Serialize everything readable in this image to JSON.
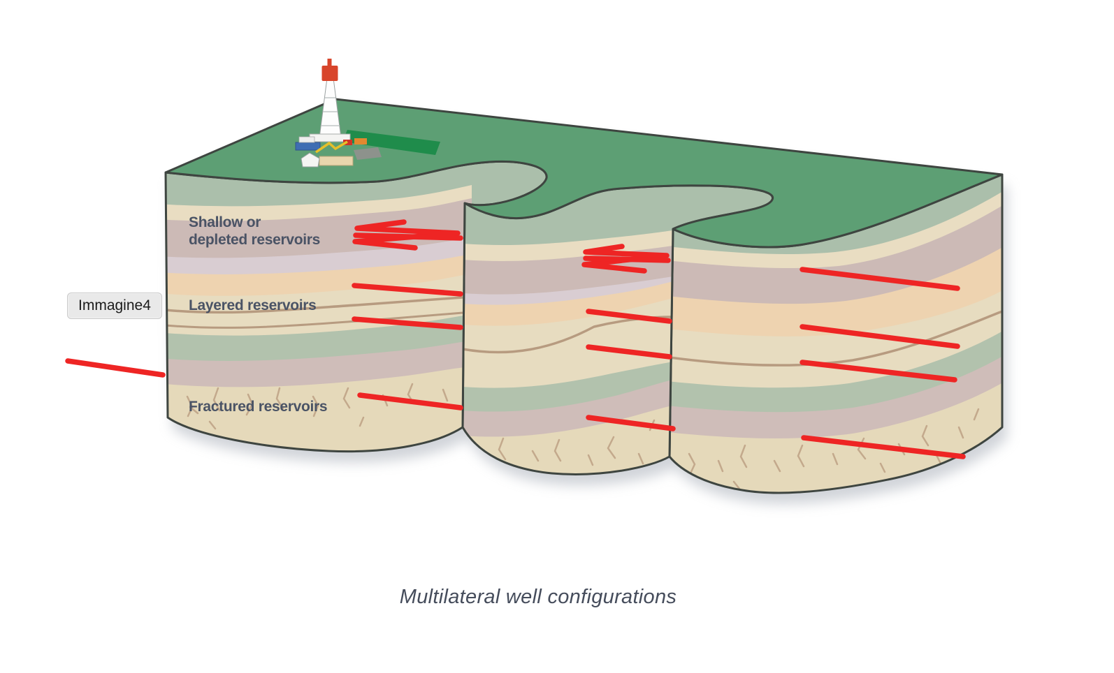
{
  "figure": {
    "badge": {
      "label": "Immagine4"
    },
    "caption": {
      "text": "Multilateral well configurations"
    },
    "diagram": {
      "labels": {
        "shallow_line1": "Shallow or",
        "shallow_line2": "depleted reservoirs",
        "layered": "Layered reservoirs",
        "fractured": "Fractured reservoirs"
      },
      "colors": {
        "surface_green": "#5d9f74",
        "surface_outline": "#3e4540",
        "rig_shadow_green": "#1f8c4b",
        "band_sage": "#abbfab",
        "band_cream": "#e9ddc2",
        "band_mauve": "#ccbab6",
        "band_lavender": "#d9cdd2",
        "band_peach": "#eed3b0",
        "band_tan": "#e7dcc0",
        "band_sage_deep": "#b2c2ad",
        "band_mauve_deep": "#cfbdb9",
        "band_fractured": "#e5d9ba",
        "stratum_line": "#b79b80",
        "fracture_line": "#c3a98c",
        "well_red": "#ee2524",
        "label_text": "#4a5365",
        "caption_text": "#454c5b"
      }
    }
  }
}
